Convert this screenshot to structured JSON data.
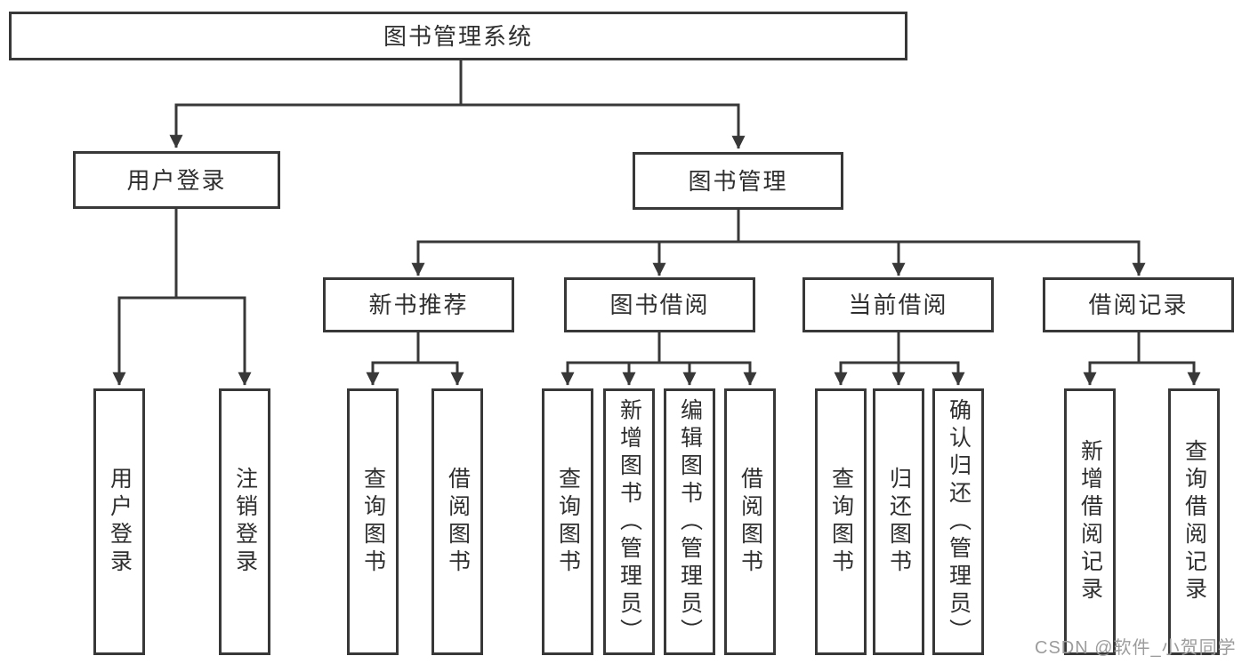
{
  "tree": {
    "root": "图书管理系统",
    "branches": [
      {
        "label": "用户登录",
        "children": [
          "用户登录",
          "注销登录"
        ]
      },
      {
        "label": "图书管理",
        "sections": [
          {
            "label": "新书推荐",
            "children": [
              "查询图书",
              "借阅图书"
            ]
          },
          {
            "label": "图书借阅",
            "children": [
              "查询图书",
              "新增图书（管理员）",
              "编辑图书（管理员）",
              "借阅图书"
            ]
          },
          {
            "label": "当前借阅",
            "children": [
              "查询图书",
              "归还图书",
              "确认归还（管理员）"
            ]
          },
          {
            "label": "借阅记录",
            "children": [
              "新增借阅记录",
              "查询借阅记录"
            ]
          }
        ]
      }
    ]
  },
  "watermark": "CSDN @软件_小贺同学",
  "colors": {
    "line": "#383838",
    "text": "#2f2f2f",
    "watermark": "#9c9c9c",
    "background": "#ffffff"
  }
}
